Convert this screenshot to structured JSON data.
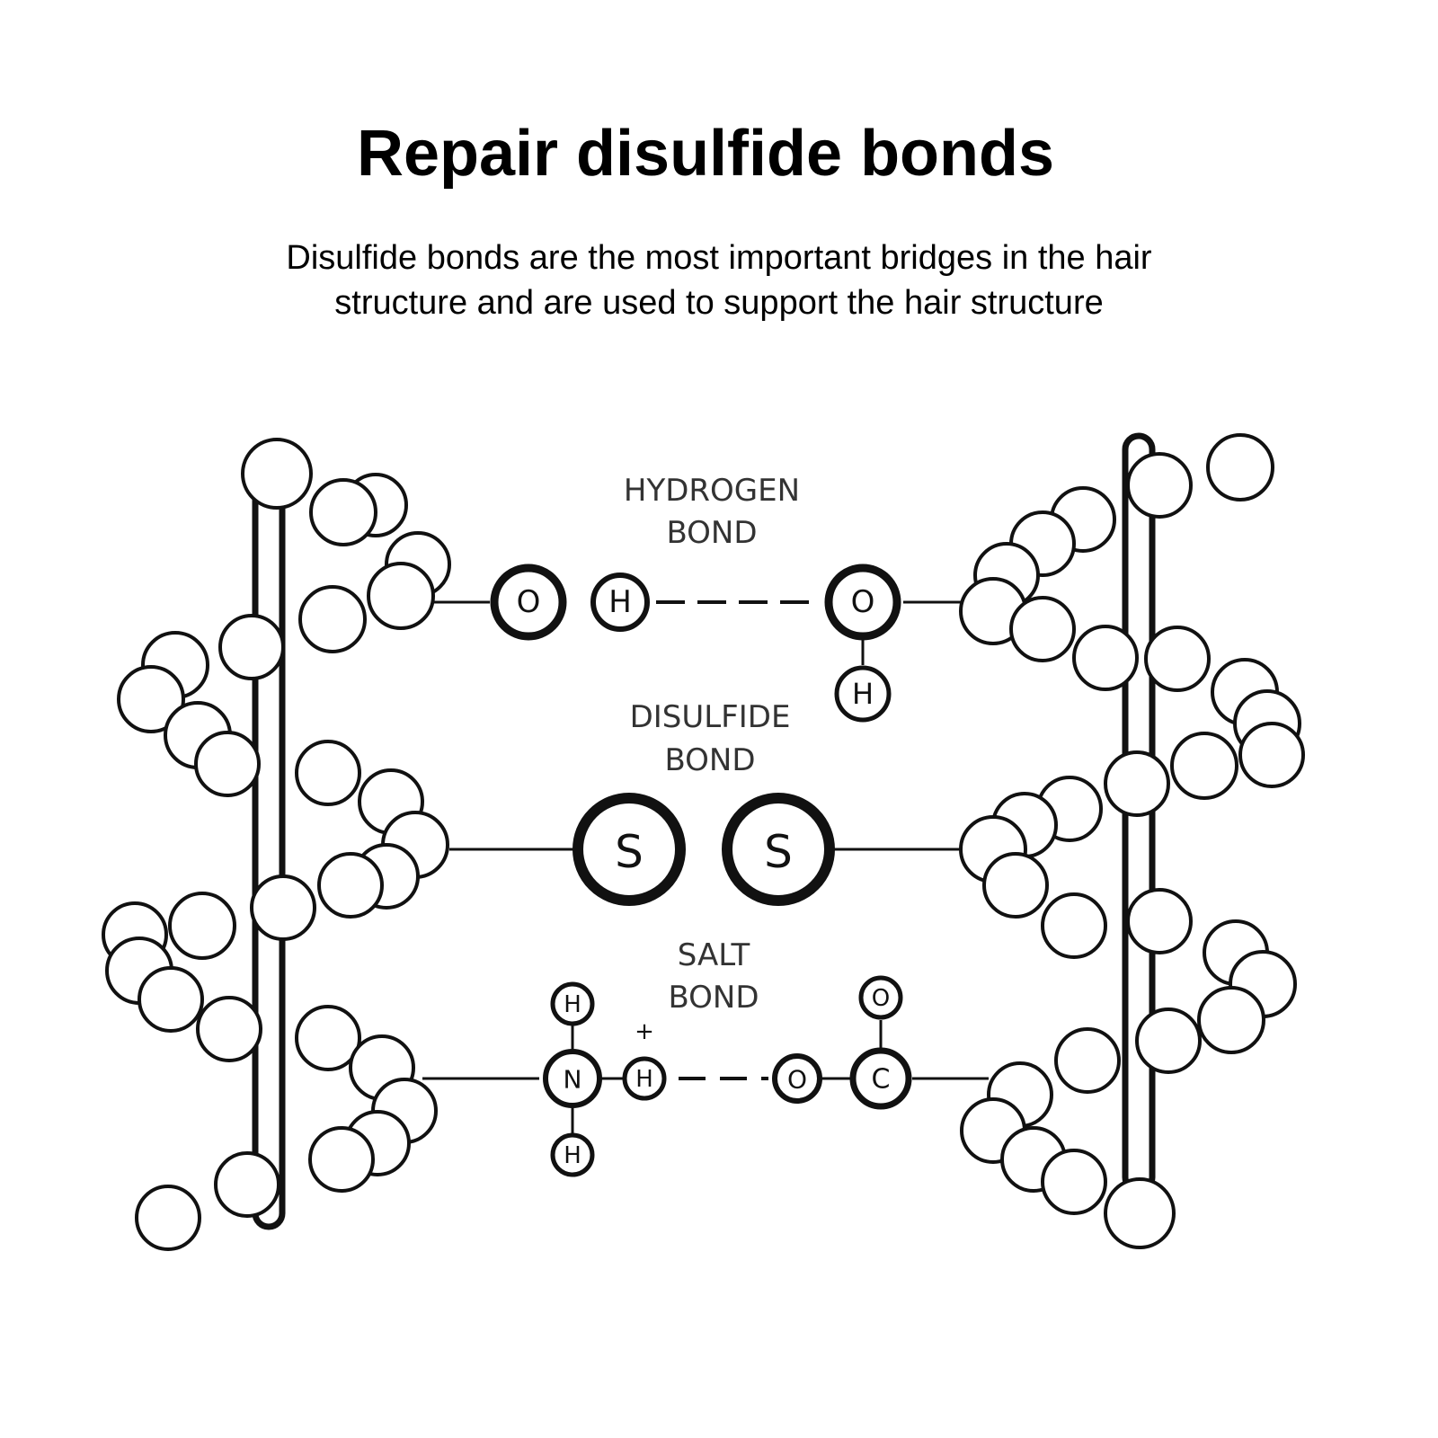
{
  "title": "Repair disulfide bonds",
  "description": "Disulfide bonds are the most important bridges in the hair structure and are used to support the hair structure",
  "bonds": [
    {
      "label_line1": "HYDROGEN",
      "label_line2": "BOND"
    },
    {
      "label_line1": "DISULFIDE",
      "label_line2": "BOND"
    },
    {
      "label_line1": "SALT",
      "label_line2": "BOND"
    }
  ],
  "atoms": {
    "oxygen": "O",
    "hydrogen": "H",
    "sulfur": "S",
    "nitrogen": "N",
    "carbon": "C",
    "plus_charge": "+"
  }
}
